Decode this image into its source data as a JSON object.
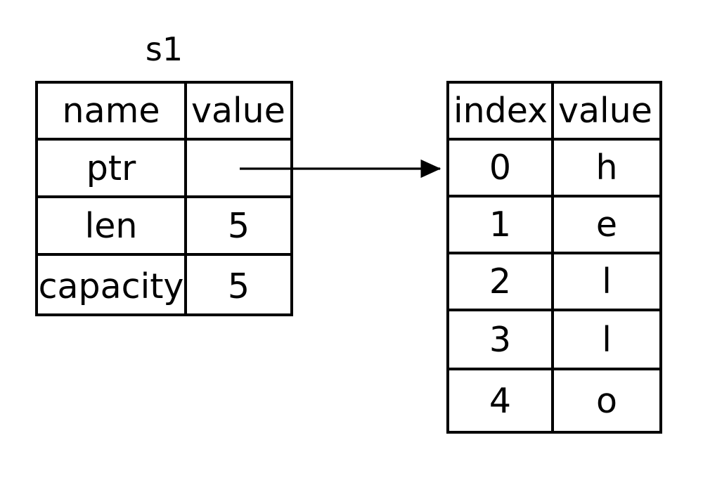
{
  "diagram": {
    "title_label": "s1",
    "arrow": {
      "name": "ptr-to-heap-arrow",
      "from": "s1.ptr value cell",
      "to": "heap index 0",
      "color": "#000000"
    },
    "colors": {
      "stroke": "#000000",
      "background": "#ffffff",
      "text": "#000000"
    }
  },
  "struct_table": {
    "name": "s1",
    "headers": [
      "name",
      "value"
    ],
    "rows": [
      {
        "name": "ptr",
        "value": ""
      },
      {
        "name": "len",
        "value": "5"
      },
      {
        "name": "capacity",
        "value": "5"
      }
    ]
  },
  "heap_table": {
    "headers": [
      "index",
      "value"
    ],
    "rows": [
      {
        "index": "0",
        "value": "h"
      },
      {
        "index": "1",
        "value": "e"
      },
      {
        "index": "2",
        "value": "l"
      },
      {
        "index": "3",
        "value": "l"
      },
      {
        "index": "4",
        "value": "o"
      }
    ]
  }
}
